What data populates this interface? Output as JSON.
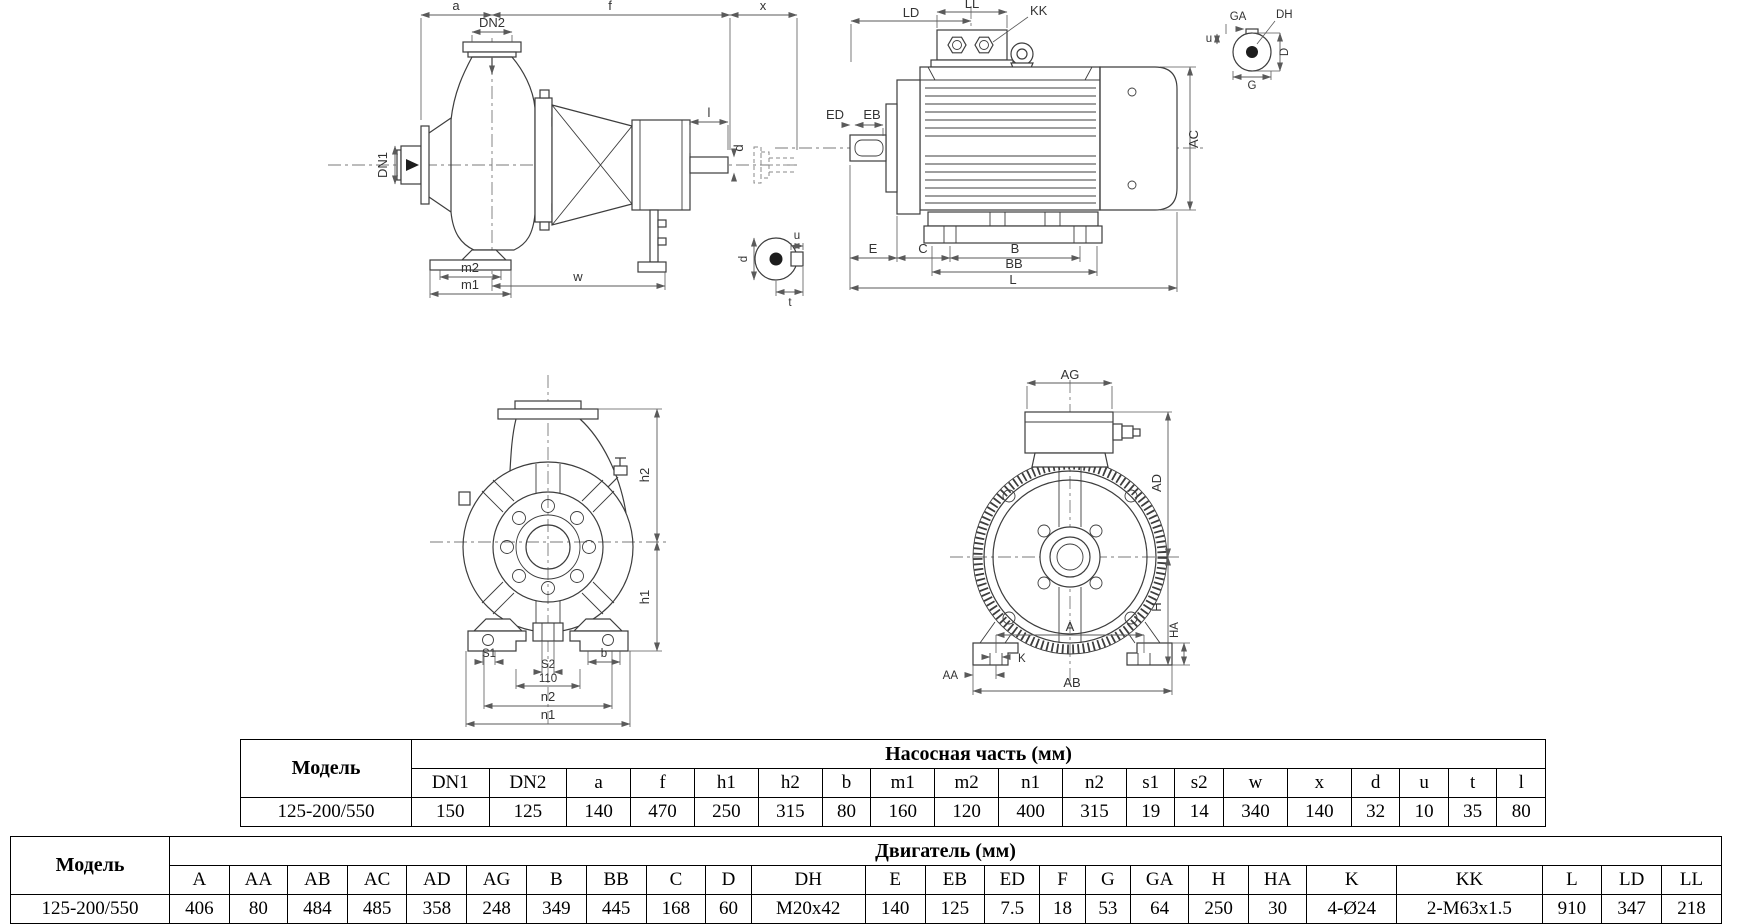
{
  "drawings": {
    "pump_side": {
      "a": "a",
      "dn2": "DN2",
      "f": "f",
      "x": "x",
      "l": "l",
      "d": "d",
      "dn1": "DN1",
      "m2": "m2",
      "m1": "m1",
      "w": "w"
    },
    "shaft_section": {
      "d": "d",
      "u": "u",
      "t": "t"
    },
    "motor_side": {
      "ld": "LD",
      "ll": "LL",
      "kk": "KK",
      "ed": "ED",
      "eb": "EB",
      "ac": "AC",
      "e": "E",
      "c": "C",
      "b": "B",
      "bb": "BB",
      "l": "L"
    },
    "shaft_end": {
      "ga": "GA",
      "dh": "DH",
      "u": "u",
      "d": "D",
      "g": "G"
    },
    "pump_front": {
      "h2": "h2",
      "h1": "h1",
      "s1": "S1",
      "s2": "S2",
      "dim110": "110",
      "b": "b",
      "n2": "n2",
      "n1": "n1"
    },
    "motor_front": {
      "ag": "AG",
      "ad": "AD",
      "h": "H",
      "ha": "HA",
      "k": "K",
      "a": "A",
      "aa": "AA",
      "ab": "AB"
    }
  },
  "pump_table": {
    "model_header": "Модель",
    "group_header": "Насосная часть (мм)",
    "columns": [
      "DN1",
      "DN2",
      "a",
      "f",
      "h1",
      "h2",
      "b",
      "m1",
      "m2",
      "n1",
      "n2",
      "s1",
      "s2",
      "w",
      "x",
      "d",
      "u",
      "t",
      "l"
    ],
    "model": "125-200/550",
    "values": [
      "150",
      "125",
      "140",
      "470",
      "250",
      "315",
      "80",
      "160",
      "120",
      "400",
      "315",
      "19",
      "14",
      "340",
      "140",
      "32",
      "10",
      "35",
      "80"
    ]
  },
  "motor_table": {
    "model_header": "Модель",
    "group_header": "Двигатель (мм)",
    "columns": [
      "A",
      "AA",
      "AB",
      "AC",
      "AD",
      "AG",
      "B",
      "BB",
      "C",
      "D",
      "DH",
      "E",
      "EB",
      "ED",
      "F",
      "G",
      "GA",
      "H",
      "HA",
      "K",
      "KK",
      "L",
      "LD",
      "LL"
    ],
    "model": "125-200/550",
    "values": [
      "406",
      "80",
      "484",
      "485",
      "358",
      "248",
      "349",
      "445",
      "168",
      "60",
      "M20x42",
      "140",
      "125",
      "7.5",
      "18",
      "53",
      "64",
      "250",
      "30",
      "4-Ø24",
      "2-M63x1.5",
      "910",
      "347",
      "218"
    ]
  },
  "colors": {
    "background": "#ffffff",
    "line": "#3d3d3d",
    "dimension": "#5a5a5a",
    "table_border": "#000000"
  }
}
